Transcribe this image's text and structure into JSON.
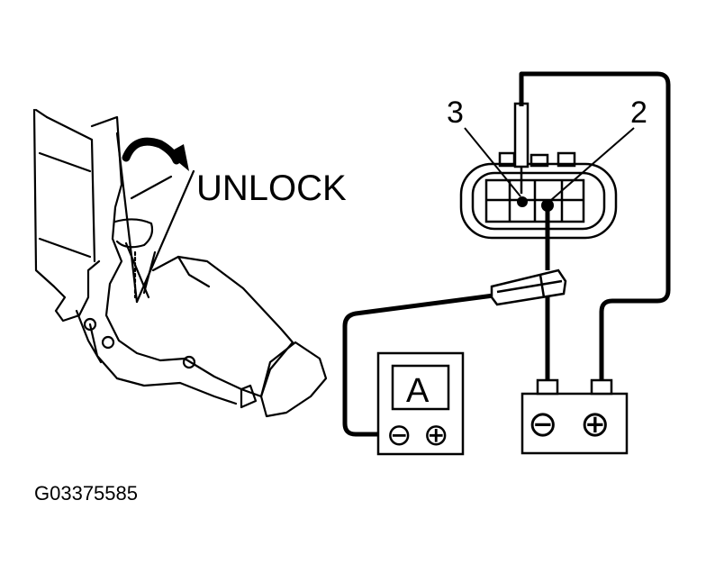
{
  "diagram": {
    "unlock_label": "UNLOCK",
    "terminal_3_label": "3",
    "terminal_2_label": "2",
    "ammeter_label": "A",
    "ammeter_neg_symbol": "⊖",
    "ammeter_pos_symbol": "⊕",
    "battery_neg_symbol": "⊖",
    "battery_pos_symbol": "⊕",
    "figure_code": "G03375585"
  },
  "colors": {
    "ink": "#000000",
    "paper": "#ffffff"
  }
}
